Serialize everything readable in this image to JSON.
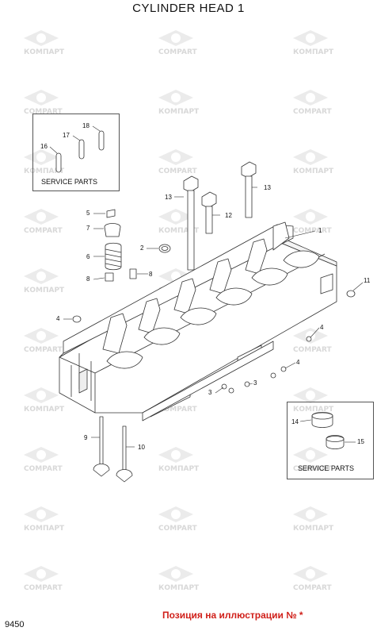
{
  "title": "CYLINDER HEAD 1",
  "watermark": {
    "texts": [
      "КОМПАРТ",
      "COMPART"
    ],
    "color": "#d8d8d8"
  },
  "part_labels": [
    {
      "id": "p1",
      "text": "1"
    },
    {
      "id": "p2",
      "text": "2"
    },
    {
      "id": "p3a",
      "text": "3"
    },
    {
      "id": "p3b",
      "text": "3"
    },
    {
      "id": "p4a",
      "text": "4"
    },
    {
      "id": "p4b",
      "text": "4"
    },
    {
      "id": "p4c",
      "text": "4"
    },
    {
      "id": "p5",
      "text": "5"
    },
    {
      "id": "p6",
      "text": "6"
    },
    {
      "id": "p7",
      "text": "7"
    },
    {
      "id": "p8a",
      "text": "8"
    },
    {
      "id": "p8b",
      "text": "8"
    },
    {
      "id": "p9",
      "text": "9"
    },
    {
      "id": "p10",
      "text": "10"
    },
    {
      "id": "p11",
      "text": "11"
    },
    {
      "id": "p12",
      "text": "12"
    },
    {
      "id": "p13a",
      "text": "13"
    },
    {
      "id": "p13b",
      "text": "13"
    },
    {
      "id": "p14",
      "text": "14"
    },
    {
      "id": "p15",
      "text": "15"
    },
    {
      "id": "p16",
      "text": "16"
    },
    {
      "id": "p17",
      "text": "17"
    },
    {
      "id": "p18",
      "text": "18"
    }
  ],
  "service_box_top": {
    "caption": "SERVICE PARTS"
  },
  "service_box_right": {
    "caption": "SERVICE PARTS"
  },
  "footer": {
    "code": "9450",
    "note": "Позиция на иллюстрации № *",
    "note_color": "#d0201a"
  }
}
